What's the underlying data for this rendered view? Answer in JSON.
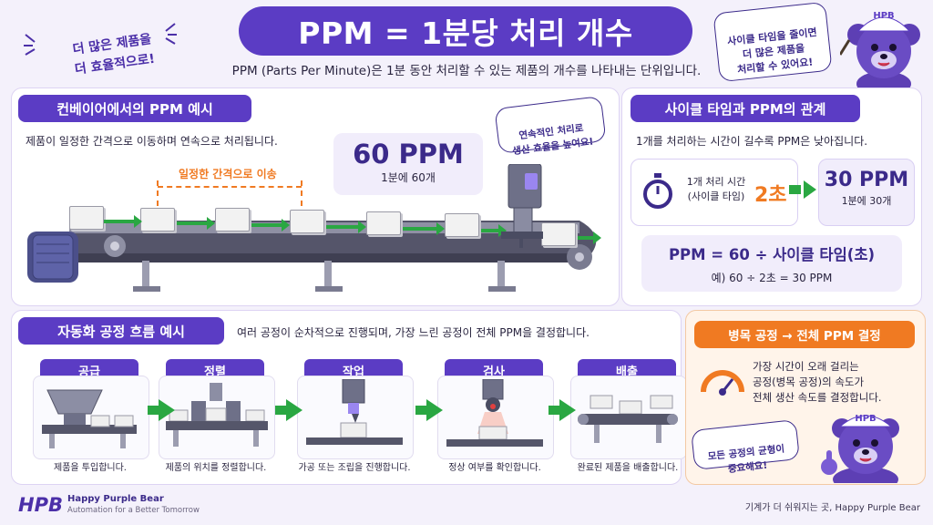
{
  "side_note": "더 많은 제품을\n더 효율적으로!",
  "title": "PPM = 1분당 처리 개수",
  "subtitle": "PPM (Parts Per Minute)은 1분 동안 처리할 수 있는 제품의 개수를 나타내는 단위입니다.",
  "bear_note_top": "사이클 타임을 줄이면\n더 많은 제품을\n처리할 수 있어요!",
  "bear_hat": "HPB",
  "conveyor": {
    "header": "컨베이어에서의 PPM 예시",
    "description": "제품이 일정한 간격으로 이동하며 연속으로 처리됩니다.",
    "interval_label": "일정한 간격으로 이송",
    "ppm_value": "60 PPM",
    "ppm_sub": "1분에 60개",
    "callout": "연속적인 처리로\n생산 효율을 높여요!"
  },
  "cycle": {
    "header": "사이클 타임과 PPM의 관계",
    "description": "1개를 처리하는 시간이 길수록 PPM은 낮아집니다.",
    "time_label_1": "1개 처리 시간",
    "time_label_2": "(사이클 타임)",
    "time_value": "2초",
    "ppm_value": "30 PPM",
    "ppm_sub": "1분에 30개",
    "formula": "PPM = 60 ÷ 사이클 타임(초)",
    "example": "예) 60 ÷ 2초 = 30 PPM"
  },
  "flow": {
    "header": "자동화 공정 흐름 예시",
    "description": "여러 공정이 순차적으로 진행되며, 가장 느린 공정이 전체 PPM을 결정합니다.",
    "steps": [
      {
        "label": "공급",
        "caption": "제품을 투입합니다."
      },
      {
        "label": "정렬",
        "caption": "제품의 위치를 정렬합니다."
      },
      {
        "label": "작업",
        "caption": "가공 또는 조립을 진행합니다."
      },
      {
        "label": "검사",
        "caption": "정상 여부를 확인합니다."
      },
      {
        "label": "배출",
        "caption": "완료된 제품을 배출합니다."
      }
    ]
  },
  "bottleneck": {
    "header": "병목 공정 → 전체 PPM 결정",
    "text_1": "가장 시간이 오래 걸리는",
    "text_2": "공정(병목 공정)의 속도가",
    "text_3": "전체 생산 속도를 결정합니다.",
    "bear_note": "모든 공정의 균형이\n중요해요!",
    "bear_hat": "HPB"
  },
  "footer": {
    "logo": "HPB",
    "brand": "Happy Purple Bear",
    "tagline": "Automation for a Better Tomorrow",
    "right_text": "기계가 더 쉬워지는 곳, Happy Purple Bear"
  },
  "colors": {
    "accent": "#5b3cc4",
    "green": "#2aa742",
    "orange": "#f07a22",
    "dark": "#2a2540"
  }
}
